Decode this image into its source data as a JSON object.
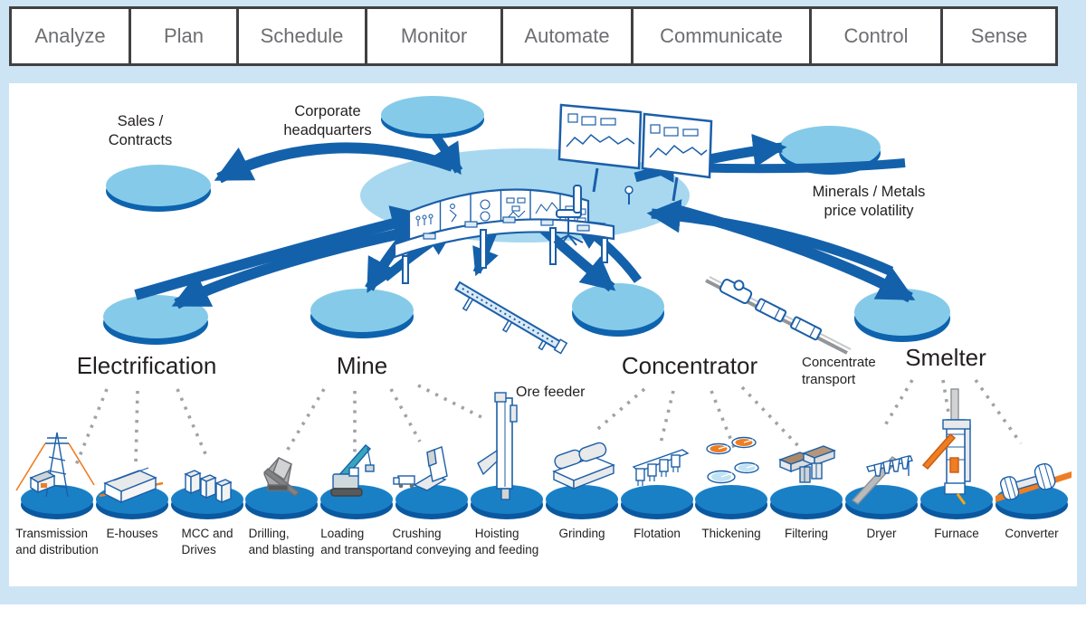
{
  "tabs": [
    "Analyze",
    "Plan",
    "Schedule",
    "Monitor",
    "Automate",
    "Communicate",
    "Control",
    "Sense"
  ],
  "colors": {
    "background": "#cde4f5",
    "panel": "#ffffff",
    "arrow_blue": "#1461ab",
    "ellipse_fill": "#85cbe9",
    "hub_fill": "#a8d8f0",
    "disc_fill": "#1a80c6",
    "disc_rim": "#0a58a0",
    "line_art_blue": "#1b5fa8",
    "accent_orange": "#ef7d22",
    "tab_text": "#6d6e71",
    "text": "#231f20",
    "dotted_gray": "#a0a2a5"
  },
  "nodes": {
    "sales": {
      "line1": "Sales /",
      "line2": "Contracts"
    },
    "corporate": {
      "line1": "Corporate",
      "line2": "headquarters"
    },
    "minerals": {
      "line1": "Minerals / Metals",
      "line2": "price volatility"
    }
  },
  "sections": {
    "electrification": {
      "label": "Electrification"
    },
    "mine": {
      "label": "Mine"
    },
    "concentrator": {
      "label": "Concentrator"
    },
    "smelter": {
      "label": "Smelter"
    }
  },
  "annotations": {
    "ore_feeder": "Ore feeder",
    "concentrate_transport_line1": "Concentrate",
    "concentrate_transport_line2": "transport"
  },
  "equipment": [
    {
      "line1": "Transmission",
      "line2": "and distribution"
    },
    {
      "line1": "E-houses",
      "line2": ""
    },
    {
      "line1": "MCC and",
      "line2": "Drives"
    },
    {
      "line1": "Drilling,",
      "line2": "and blasting"
    },
    {
      "line1": "Loading",
      "line2": "and transport"
    },
    {
      "line1": "Crushing",
      "line2": "and conveying"
    },
    {
      "line1": "Hoisting",
      "line2": "and feeding"
    },
    {
      "line1": "Grinding",
      "line2": ""
    },
    {
      "line1": "Flotation",
      "line2": ""
    },
    {
      "line1": "Thickening",
      "line2": ""
    },
    {
      "line1": "Filtering",
      "line2": ""
    },
    {
      "line1": "Dryer",
      "line2": ""
    },
    {
      "line1": "Furnace",
      "line2": ""
    },
    {
      "line1": "Converter",
      "line2": ""
    }
  ]
}
